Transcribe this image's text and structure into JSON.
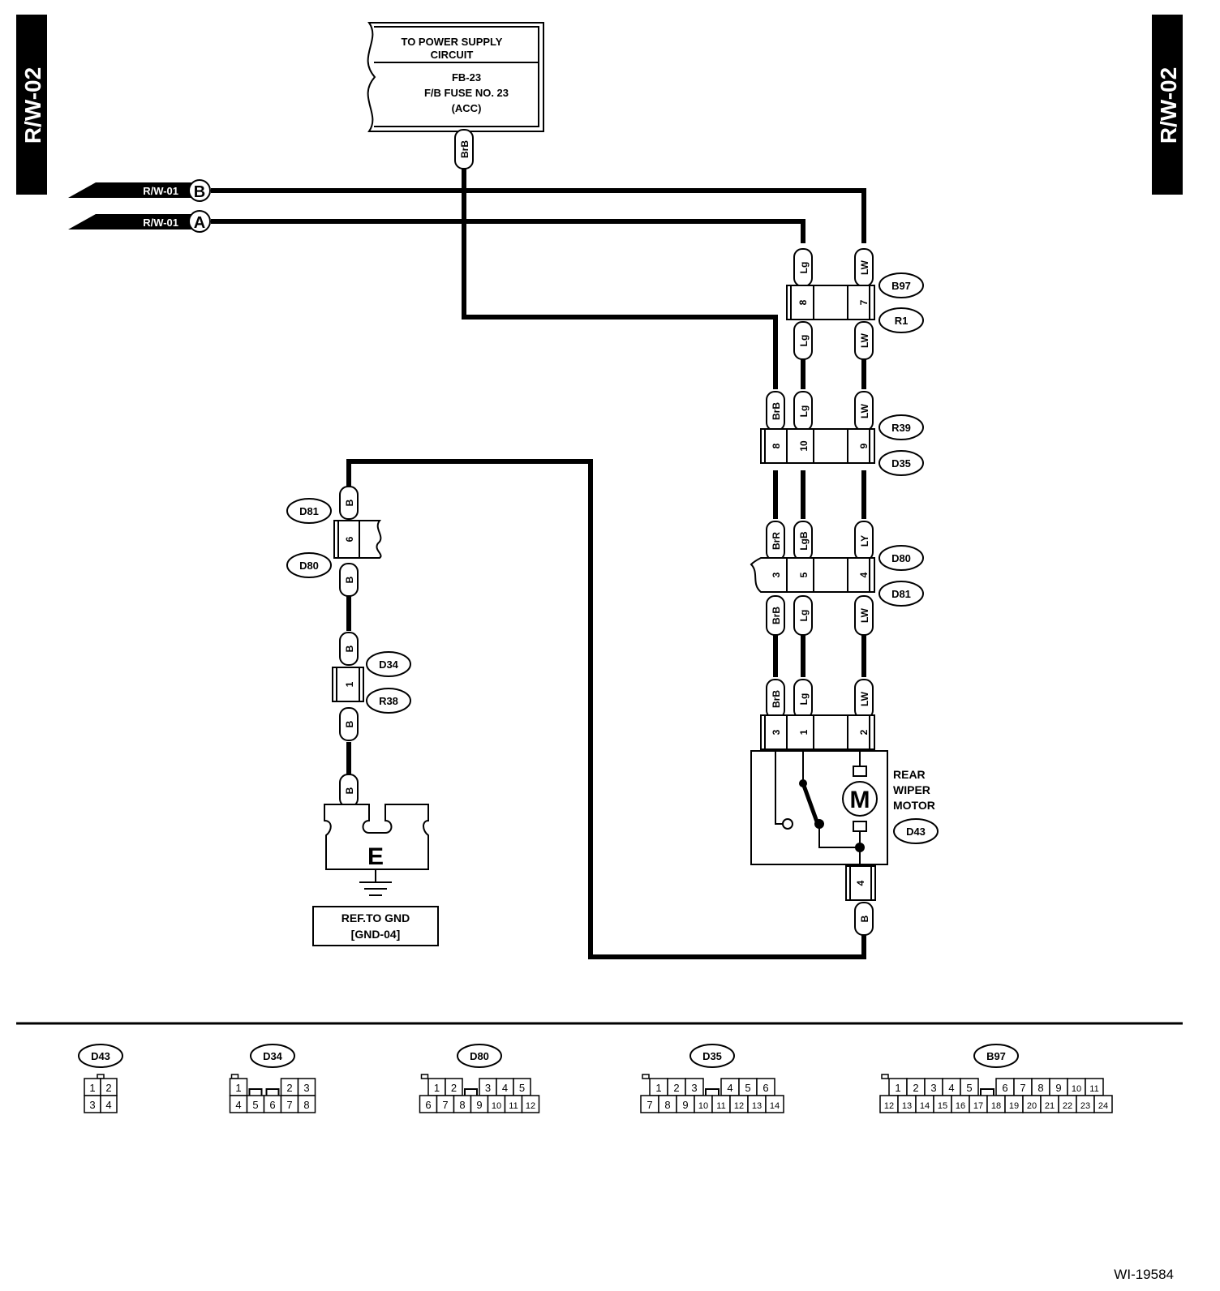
{
  "side_tab_left": "R/W-02",
  "side_tab_right": "R/W-02",
  "power_box": {
    "line1": "TO POWER SUPPLY",
    "line2": "CIRCUIT",
    "line3": "FB-23",
    "line4": "F/B FUSE NO. 23",
    "line5": "(ACC)"
  },
  "inputs": [
    {
      "ref": "R/W-01",
      "letter": "B"
    },
    {
      "ref": "R/W-01",
      "letter": "A"
    }
  ],
  "wire_colors": {
    "brb": "BrB",
    "lg": "Lg",
    "lw": "LW",
    "brr": "BrR",
    "lgb": "LgB",
    "ly": "LY",
    "b": "B"
  },
  "connectors": {
    "b97": "B97",
    "r1": "R1",
    "r39": "R39",
    "d35": "D35",
    "d80": "D80",
    "d81": "D81",
    "d34": "D34",
    "r38": "R38",
    "d43": "D43"
  },
  "pins": {
    "b97": [
      "8",
      "7"
    ],
    "r39": [
      "8",
      "10",
      "9"
    ],
    "d80_right": [
      "3",
      "5",
      "4"
    ],
    "d80_left": "6",
    "d34": "1",
    "motor_top": [
      "3",
      "1",
      "2"
    ],
    "motor_bottom": "4"
  },
  "motor": {
    "line1": "REAR",
    "line2": "WIPER",
    "line3": "MOTOR",
    "symbol": "M"
  },
  "ground": {
    "symbol": "E",
    "ref1": "REF.TO GND",
    "ref2": "[GND-04]"
  },
  "connector_faces": [
    {
      "name": "D43",
      "rows": [
        [
          "1",
          "2"
        ],
        [
          "3",
          "4"
        ]
      ]
    },
    {
      "name": "D34",
      "rows": [
        [
          "1",
          "",
          "",
          "2",
          "3"
        ],
        [
          "4",
          "5",
          "6",
          "7",
          "8"
        ]
      ]
    },
    {
      "name": "D80",
      "rows": [
        [
          "1",
          "2",
          "",
          "3",
          "4",
          "5"
        ],
        [
          "6",
          "7",
          "8",
          "9",
          "10",
          "11",
          "12"
        ]
      ]
    },
    {
      "name": "D35",
      "rows": [
        [
          "1",
          "2",
          "3",
          "",
          "4",
          "5",
          "6"
        ],
        [
          "7",
          "8",
          "9",
          "10",
          "11",
          "12",
          "13",
          "14"
        ]
      ]
    },
    {
      "name": "B97",
      "rows": [
        [
          "1",
          "2",
          "3",
          "4",
          "5",
          "",
          "6",
          "7",
          "8",
          "9",
          "10",
          "11"
        ],
        [
          "12",
          "13",
          "14",
          "15",
          "16",
          "17",
          "18",
          "19",
          "20",
          "21",
          "22",
          "23",
          "24"
        ]
      ]
    }
  ],
  "figure_id": "WI-19584"
}
